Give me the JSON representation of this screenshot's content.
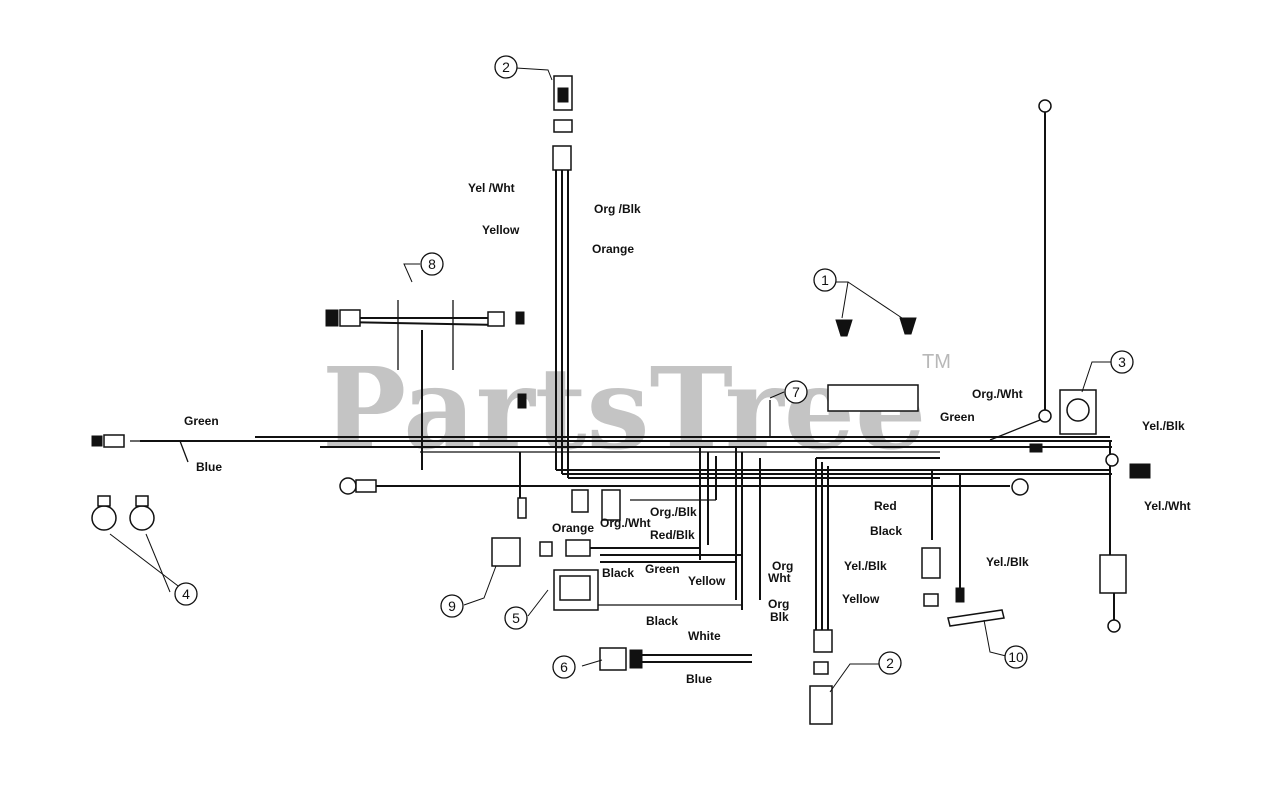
{
  "watermark": {
    "text": "PartsTree",
    "trademark": "TM"
  },
  "callouts": [
    "1",
    "2",
    "2",
    "3",
    "4",
    "5",
    "6",
    "7",
    "8",
    "9",
    "10"
  ],
  "wire_labels": {
    "yel_wht_top": "Yel /Wht",
    "org_blk_top": "Org /Blk",
    "yellow_top": "Yellow",
    "orange_top": "Orange",
    "green_left": "Green",
    "blue_left": "Blue",
    "org_blk_mid": "Org./Blk",
    "orange_mid": "Orange",
    "org_wht_mid": "Org./Wht",
    "red_blk_mid": "Red/Blk",
    "black_mid": "Black",
    "green_mid": "Green",
    "yellow_mid": "Yellow",
    "black_low": "Black",
    "white_low": "White",
    "blue_low": "Blue",
    "org_line1": "Org",
    "wht_line2": "Wht",
    "org_line1b": "Org",
    "blk_line2": "Blk",
    "yel_blk_center": "Yel./Blk",
    "yellow_center": "Yellow",
    "red_right": "Red",
    "black_right": "Black",
    "yel_blk_right": "Yel./Blk",
    "org_wht_right": "Org./Wht",
    "green_right": "Green",
    "yel_blk_far": "Yel./Blk",
    "yel_wht_far": "Yel./Wht"
  }
}
